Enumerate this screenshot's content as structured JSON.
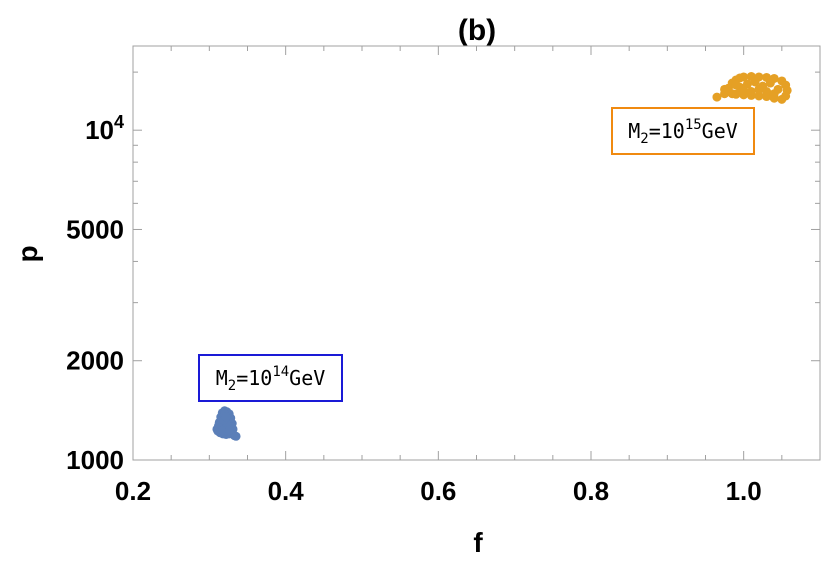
{
  "chart_data": {
    "type": "scatter",
    "title": "(b)",
    "xlabel": "f",
    "ylabel": "p",
    "xlim": [
      0.2,
      1.1
    ],
    "ylim": [
      1000,
      18000
    ],
    "yscale": "log",
    "x_ticks": [
      {
        "value": 0.2,
        "label": "0.2"
      },
      {
        "value": 0.4,
        "label": "0.4"
      },
      {
        "value": 0.6,
        "label": "0.6"
      },
      {
        "value": 0.8,
        "label": "0.8"
      },
      {
        "value": 1.0,
        "label": "1.0"
      }
    ],
    "y_ticks": [
      {
        "value": 1000,
        "label": "1000"
      },
      {
        "value": 2000,
        "label": "2000"
      },
      {
        "value": 5000,
        "label": "5000"
      },
      {
        "value": 10000,
        "label": "10",
        "sup": "4"
      }
    ],
    "grid": false,
    "series": [
      {
        "color": "#5b7fb8",
        "annotation": {
          "main": "M",
          "sub": "2",
          "eq": "=10",
          "sup": "14",
          "unit": "GeV",
          "border_color": "#1a1ad6"
        },
        "points": [
          {
            "x": 0.31,
            "y": 1240
          },
          {
            "x": 0.313,
            "y": 1300
          },
          {
            "x": 0.315,
            "y": 1350
          },
          {
            "x": 0.317,
            "y": 1390
          },
          {
            "x": 0.32,
            "y": 1410
          },
          {
            "x": 0.323,
            "y": 1400
          },
          {
            "x": 0.326,
            "y": 1380
          },
          {
            "x": 0.328,
            "y": 1340
          },
          {
            "x": 0.33,
            "y": 1290
          },
          {
            "x": 0.331,
            "y": 1240
          },
          {
            "x": 0.329,
            "y": 1210
          },
          {
            "x": 0.326,
            "y": 1200
          },
          {
            "x": 0.322,
            "y": 1195
          },
          {
            "x": 0.318,
            "y": 1200
          },
          {
            "x": 0.314,
            "y": 1210
          },
          {
            "x": 0.311,
            "y": 1225
          },
          {
            "x": 0.312,
            "y": 1270
          },
          {
            "x": 0.316,
            "y": 1320
          },
          {
            "x": 0.319,
            "y": 1360
          },
          {
            "x": 0.321,
            "y": 1300
          },
          {
            "x": 0.324,
            "y": 1340
          },
          {
            "x": 0.325,
            "y": 1260
          },
          {
            "x": 0.327,
            "y": 1300
          },
          {
            "x": 0.318,
            "y": 1250
          },
          {
            "x": 0.321,
            "y": 1230
          },
          {
            "x": 0.324,
            "y": 1220
          },
          {
            "x": 0.329,
            "y": 1260
          },
          {
            "x": 0.315,
            "y": 1280
          },
          {
            "x": 0.32,
            "y": 1380
          },
          {
            "x": 0.323,
            "y": 1280
          },
          {
            "x": 0.333,
            "y": 1185
          },
          {
            "x": 0.335,
            "y": 1180
          },
          {
            "x": 0.319,
            "y": 1320
          },
          {
            "x": 0.322,
            "y": 1350
          },
          {
            "x": 0.317,
            "y": 1230
          },
          {
            "x": 0.326,
            "y": 1230
          }
        ]
      },
      {
        "color": "#e5a025",
        "annotation": {
          "main": "M",
          "sub": "2",
          "eq": "=10",
          "sup": "15",
          "unit": "GeV",
          "border_color": "#f08a10"
        },
        "points": [
          {
            "x": 0.965,
            "y": 12600
          },
          {
            "x": 0.975,
            "y": 12900
          },
          {
            "x": 0.98,
            "y": 13400
          },
          {
            "x": 0.985,
            "y": 13900
          },
          {
            "x": 0.99,
            "y": 14200
          },
          {
            "x": 0.995,
            "y": 14400
          },
          {
            "x": 1.0,
            "y": 14500
          },
          {
            "x": 1.01,
            "y": 14550
          },
          {
            "x": 1.02,
            "y": 14500
          },
          {
            "x": 1.03,
            "y": 14450
          },
          {
            "x": 1.04,
            "y": 14350
          },
          {
            "x": 1.05,
            "y": 14100
          },
          {
            "x": 1.055,
            "y": 13700
          },
          {
            "x": 1.057,
            "y": 13200
          },
          {
            "x": 1.055,
            "y": 12700
          },
          {
            "x": 1.05,
            "y": 12400
          },
          {
            "x": 1.04,
            "y": 12500
          },
          {
            "x": 1.03,
            "y": 12650
          },
          {
            "x": 1.02,
            "y": 12700
          },
          {
            "x": 1.01,
            "y": 12750
          },
          {
            "x": 1.0,
            "y": 12800
          },
          {
            "x": 0.99,
            "y": 12850
          },
          {
            "x": 0.985,
            "y": 12900
          },
          {
            "x": 0.975,
            "y": 13300
          },
          {
            "x": 0.995,
            "y": 13500
          },
          {
            "x": 1.005,
            "y": 13800
          },
          {
            "x": 1.015,
            "y": 14000
          },
          {
            "x": 1.025,
            "y": 13600
          },
          {
            "x": 1.035,
            "y": 13900
          },
          {
            "x": 1.045,
            "y": 13300
          },
          {
            "x": 1.0,
            "y": 13200
          },
          {
            "x": 1.01,
            "y": 13100
          },
          {
            "x": 1.02,
            "y": 13300
          },
          {
            "x": 1.03,
            "y": 13100
          },
          {
            "x": 1.04,
            "y": 12900
          },
          {
            "x": 0.99,
            "y": 13700
          }
        ]
      }
    ]
  }
}
